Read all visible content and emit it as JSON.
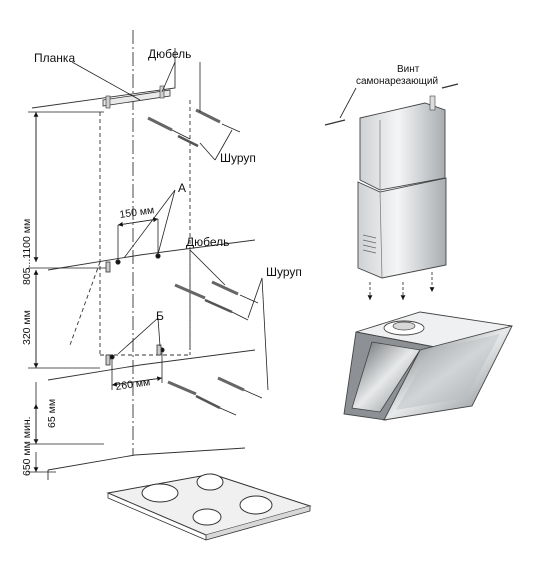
{
  "labels": {
    "planka": "Планка",
    "dyubel_top": "Дюбель",
    "shurup_top": "Шуруп",
    "point_a": "А",
    "dyubel_mid": "Дюбель",
    "shurup_mid": "Шуруп",
    "point_b": "Б",
    "vint_line1": "Винт",
    "vint_line2": "самонарезающий"
  },
  "dimensions": {
    "width_upper": "150 мм",
    "width_lower": "260 мм",
    "height_range": "805...1100 мм",
    "bracket_spacing": "320 мм",
    "bottom_offset": "65 мм",
    "min_height": "650 мм мин."
  }
}
